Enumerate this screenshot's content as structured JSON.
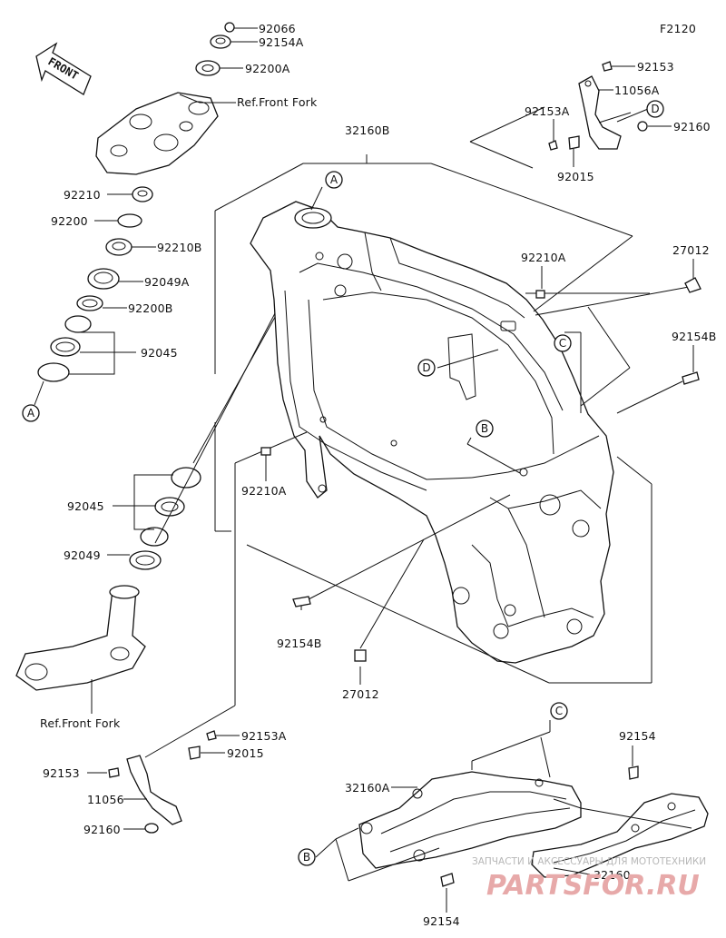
{
  "figure_code": "F2120",
  "front_label": "FRONT",
  "ref_front_fork": "Ref.Front Fork",
  "callouts": {
    "a": "A",
    "b": "B",
    "c": "C",
    "d": "D"
  },
  "part_labels": [
    "92066",
    "92154A",
    "92200A",
    "92210",
    "92200",
    "92210B",
    "92049A",
    "92200B",
    "92045",
    "92045",
    "92049",
    "32160B",
    "92153",
    "11056A",
    "92153A",
    "92160",
    "92015",
    "92210A",
    "27012",
    "92154B",
    "92210A",
    "92154B",
    "27012",
    "92153A",
    "92015",
    "92153",
    "11056",
    "92160",
    "92154",
    "32160A",
    "92154",
    "32160"
  ],
  "watermark": {
    "caption": "ЗАПЧАСТИ И АКСЕССУАРЫ ДЛЯ МОТОТЕХНИКИ",
    "brand": "PARTSFOR.RU"
  }
}
